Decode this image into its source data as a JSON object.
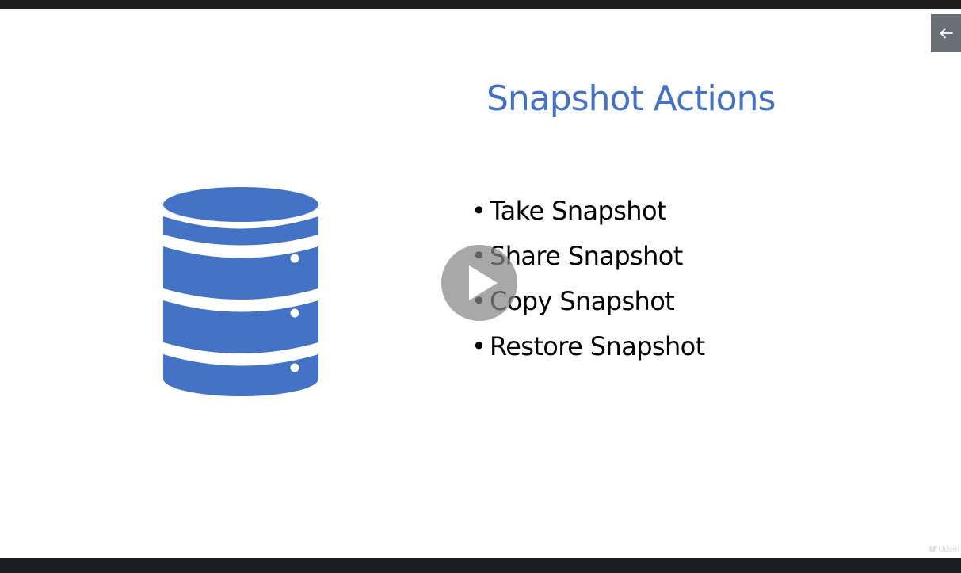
{
  "slide": {
    "title": "Snapshot Actions",
    "bullets": [
      {
        "text": "Take Snapshot"
      },
      {
        "text": "Share Snapshot"
      },
      {
        "text": "Copy Snapshot"
      },
      {
        "text": "Restore Snapshot"
      }
    ],
    "bullet_char": "•",
    "database_icon": "database-icon",
    "accent_color": "#4472c4"
  },
  "controls": {
    "back_icon": "arrow-left-icon",
    "play_icon": "play-icon"
  },
  "watermark": {
    "glyph": "ư",
    "text": "Udem"
  }
}
